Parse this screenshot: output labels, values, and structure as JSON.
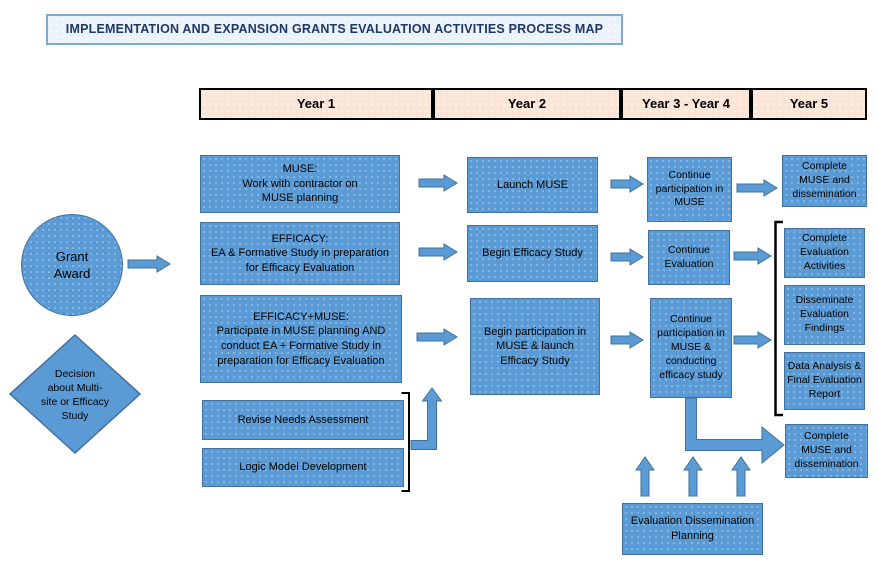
{
  "title": "IMPLEMENTATION AND EXPANSION GRANTS EVALUATION ACTIVITIES PROCESS MAP",
  "columns": [
    "Year 1",
    "Year 2",
    "Year 3 - Year 4",
    "Year 5"
  ],
  "start": {
    "grant_award": "Grant\nAward",
    "decision": "Decision\nabout Multi-\nsite or Efficacy\nStudy"
  },
  "year1": {
    "muse": "MUSE:\nWork with contractor on\nMUSE planning",
    "efficacy": "EFFICACY:\nEA & Formative Study in preparation\nfor Efficacy Evaluation",
    "efficacy_muse": "EFFICACY+MUSE:\nParticipate in MUSE planning AND\nconduct EA + Formative Study in\npreparation for Efficacy Evaluation",
    "revise_needs": "Revise Needs Assessment",
    "logic_model": "Logic Model Development"
  },
  "year2": {
    "launch_muse": "Launch MUSE",
    "begin_efficacy": "Begin Efficacy Study",
    "begin_participation": "Begin participation in\nMUSE & launch\nEfficacy Study"
  },
  "year34": {
    "continue_muse": "Continue\nparticipation in\nMUSE",
    "continue_evaluation": "Continue\nEvaluation",
    "continue_muse_efficacy": "Continue\nparticipation in\nMUSE &\nconducting\nefficacy study"
  },
  "year5": {
    "complete_muse_top": "Complete\nMUSE and\ndissemination",
    "complete_evaluation": "Complete\nEvaluation\nActivities",
    "disseminate_findings": "Disseminate\nEvaluation\nFindings",
    "data_analysis": "Data Analysis &\nFinal Evaluation\nReport",
    "complete_muse_bottom": "Complete\nMUSE and\ndissemination"
  },
  "bottom": {
    "eval_dissemination_planning": "Evaluation Dissemination\nPlanning"
  },
  "colors": {
    "box_fill": "#5b9bd5",
    "box_border": "#41719c",
    "header_fill": "#fbe5d6",
    "title_fill": "#eaf2fb",
    "title_text": "#1f3864",
    "bracket": "#000000"
  }
}
